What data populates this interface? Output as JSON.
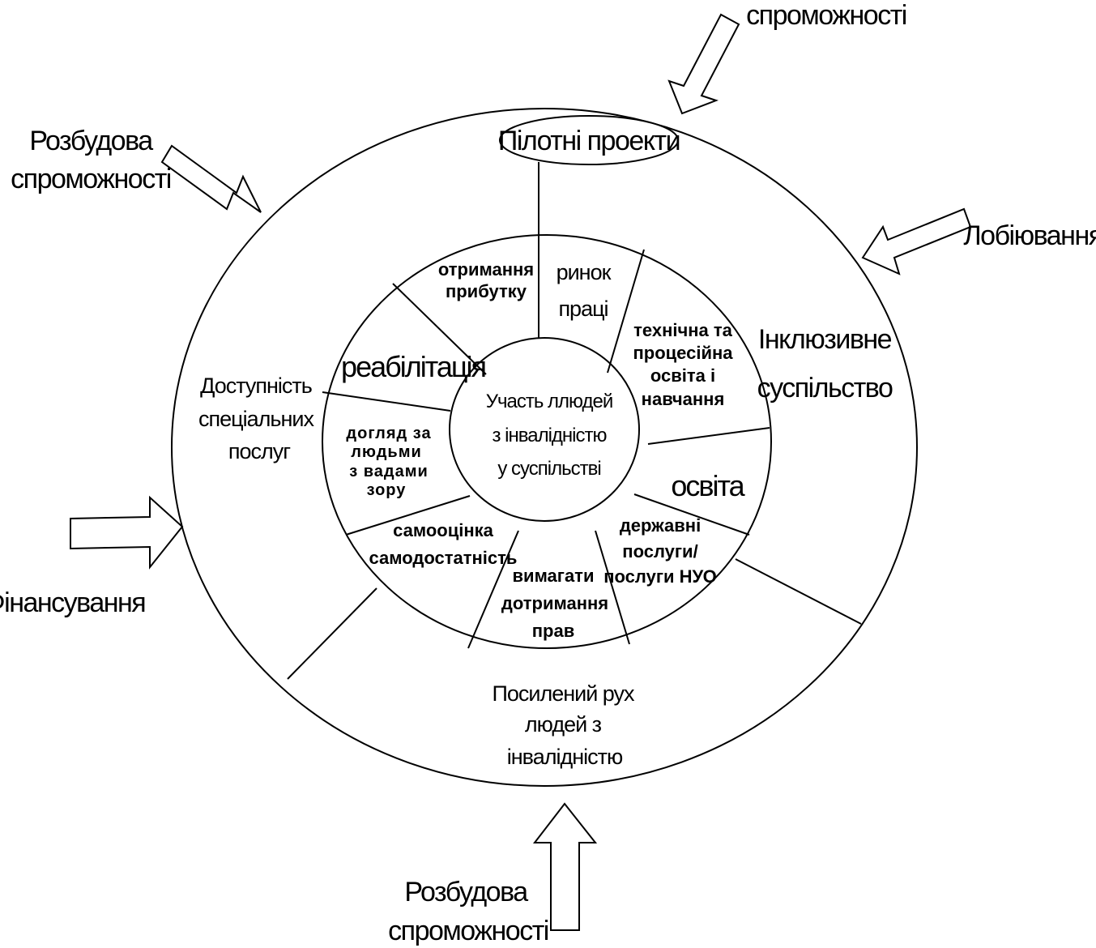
{
  "external_inputs": {
    "top_right": "спроможності",
    "top_left": [
      "Розбудова",
      "спроможності"
    ],
    "right": "Лобіювання",
    "left": "Фінансування",
    "bottom": [
      "Розбудова",
      "спроможності"
    ]
  },
  "outer_ring": {
    "pilot": "Пілотні проекти",
    "inclusive": [
      "Інклюзивне",
      "суспільство"
    ],
    "access": [
      "Доступність",
      "спеціальних",
      "послуг"
    ],
    "movement": [
      "Посилений рух",
      "людей з",
      "інвалідністю"
    ]
  },
  "inner_ring": {
    "profit": [
      "отримання",
      "прибутку"
    ],
    "labor": [
      "ринок",
      "праці"
    ],
    "technical": [
      "технічна та",
      "процесійна",
      "освіта і",
      "навчання"
    ],
    "education": "освіта",
    "services": [
      "державні",
      "послуги/",
      "послуги НУО"
    ],
    "rights": [
      "вимагати",
      "дотримання",
      "прав"
    ],
    "selfesteem": [
      "самооцінка",
      "самодостатність"
    ],
    "care": [
      "догляд за",
      "людьми",
      "з вадами",
      "зору"
    ],
    "rehab": "реабілітація"
  },
  "center": [
    "Участь ллюдей",
    "з інвалідністю",
    "у суспільстві"
  ]
}
